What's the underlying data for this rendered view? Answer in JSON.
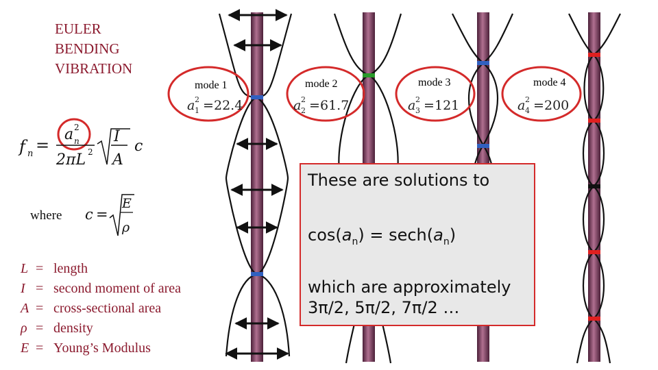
{
  "title_lines": [
    "EULER",
    "BENDING",
    "VIBRATION"
  ],
  "modes": [
    {
      "label": "mode 1",
      "coef_sub": "1",
      "value": "22.4"
    },
    {
      "label": "mode 2",
      "coef_sub": "2",
      "value": "61.7"
    },
    {
      "label": "mode 3",
      "coef_sub": "3",
      "value": "121"
    },
    {
      "label": "mode 4",
      "coef_sub": "4",
      "value": "200"
    }
  ],
  "formula": {
    "f": "f",
    "n": "n",
    "a": "a",
    "two_pi_L": "2πL",
    "I": "I",
    "A": "A",
    "c": "c",
    "where": "where",
    "E": "E",
    "rho": "ρ"
  },
  "legend": [
    {
      "symbol": "L",
      "eq": "=",
      "desc": "length"
    },
    {
      "symbol": "I",
      "eq": "=",
      "desc": "second moment of area"
    },
    {
      "symbol": "A",
      "eq": "=",
      "desc": "cross-sectional area"
    },
    {
      "symbol": "ρ",
      "eq": "=",
      "desc": "density"
    },
    {
      "symbol": "E",
      "eq": "=",
      "desc": "Young’s Modulus"
    }
  ],
  "box": {
    "line1": "These are solutions to",
    "cos": "cos(",
    "a": "a",
    "n": "n",
    "mid": ") = sech(",
    "close": ")",
    "line3": "which are approximately",
    "line4": "3π/2,   5π/2,   7π/2 …"
  },
  "colors": {
    "title": "#8b1a2e",
    "highlight_circle": "#d42a2a",
    "box_border": "#d42a2a",
    "box_fill": "#e8e8e8",
    "beam": "#7a3558",
    "node_blue": "#3060c0",
    "node_green": "#2a9a2a",
    "node_red": "#e02020",
    "node_black": "#111111"
  }
}
